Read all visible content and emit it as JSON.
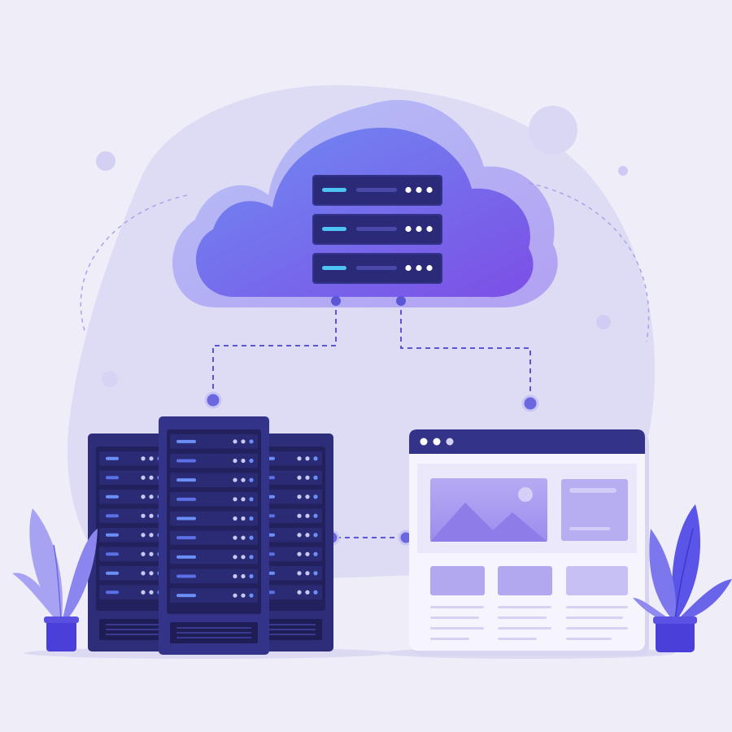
{
  "colors": {
    "background": "#eeedf8",
    "blob": "#dedcf5",
    "cloud_outer": "#a3a6f3",
    "cloud_inner_start": "#6f8cf2",
    "cloud_inner_end": "#7c4fe6",
    "server_dark": "#2e2d7a",
    "server_rack": "#262566",
    "server_slot": "#1e1d55",
    "led_accent": "#6a8ff7",
    "led_dot": "#c9c8f5",
    "connector": "#5a56d6",
    "browser_bar": "#34338a",
    "browser_body": "#f6f5fd",
    "panel": "#b1a8f0",
    "plant_leaf": "#8b86ef",
    "plant_pot": "#4a3fd8"
  },
  "diagram": {
    "nodes": [
      {
        "id": "cloud-server",
        "kind": "cloud"
      },
      {
        "id": "data-center",
        "kind": "server-racks"
      },
      {
        "id": "web-app",
        "kind": "browser-window"
      }
    ],
    "edges": [
      {
        "from": "cloud-server",
        "to": "data-center",
        "style": "dashed"
      },
      {
        "from": "cloud-server",
        "to": "web-app",
        "style": "dashed"
      },
      {
        "from": "data-center",
        "to": "web-app",
        "style": "dashed"
      }
    ]
  },
  "icons": {
    "cloud": "cloud-icon",
    "server": "server-rack-icon",
    "browser": "browser-window-icon",
    "image": "image-placeholder-icon",
    "plant": "potted-plant-icon"
  }
}
